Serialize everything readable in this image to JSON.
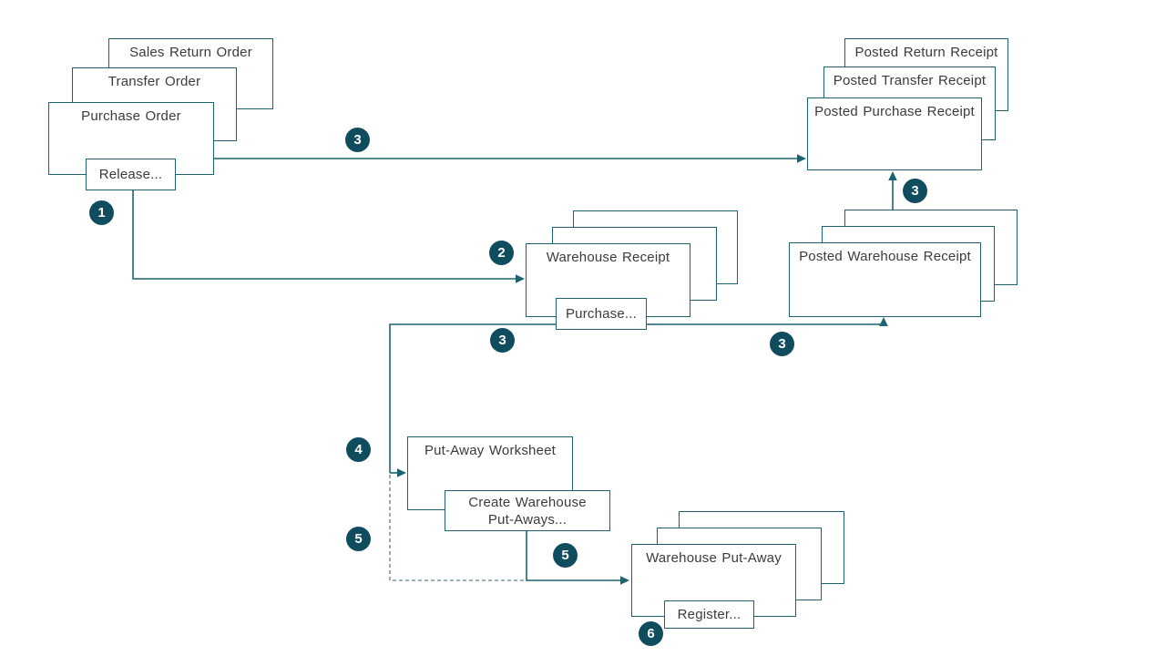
{
  "diagram": {
    "boxes": {
      "sales_return_order": "Sales Return Order",
      "transfer_order": "Transfer Order",
      "purchase_order": "Purchase Order",
      "release_action": "Release...",
      "posted_return_receipt": "Posted Return Receipt",
      "posted_transfer_receipt": "Posted Transfer Receipt",
      "posted_purchase_receipt": "Posted Purchase Receipt",
      "warehouse_receipt": "Warehouse Receipt",
      "purchase_action": "Purchase...",
      "posted_warehouse_receipt": "Posted Warehouse Receipt",
      "put_away_worksheet": "Put-Away Worksheet",
      "create_put_aways_line1": "Create Warehouse",
      "create_put_aways_line2": "Put-Aways...",
      "warehouse_put_away": "Warehouse Put-Away",
      "register_action": "Register..."
    },
    "steps": {
      "s1": "1",
      "s2": "2",
      "s3a": "3",
      "s3b": "3",
      "s3c": "3",
      "s3d": "3",
      "s4": "4",
      "s5a": "5",
      "s5b": "5",
      "s6": "6"
    },
    "colors": {
      "connector_line": "#1C6270",
      "dashed_line": "#7896A4",
      "box_border": "#1C6270",
      "box_background": "#FFFFFF",
      "badge_fill": "#0E4C5E",
      "badge_text": "#FFFFFF",
      "label_text": "#3B3B3B"
    }
  }
}
